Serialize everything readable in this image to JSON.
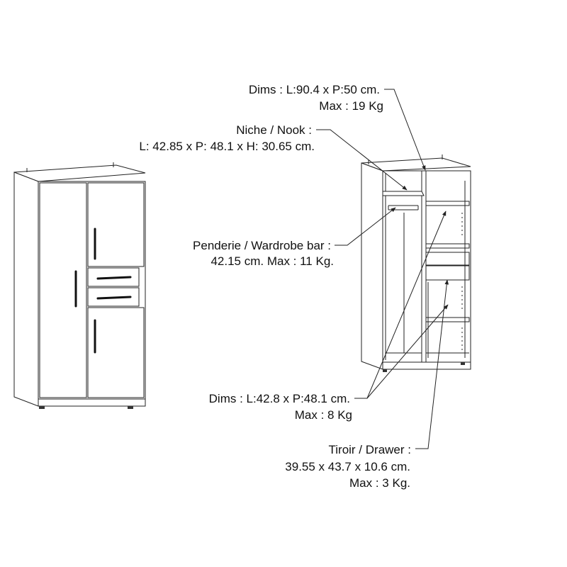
{
  "callouts": {
    "cabinet_dims": {
      "line1": "Dims : L:90.4 x P:50 cm.",
      "line2": "Max : 19 Kg"
    },
    "nook": {
      "line1": "Niche / Nook :",
      "line2": "L: 42.85 x P: 48.1 x H: 30.65 cm."
    },
    "wardrobe_bar": {
      "line1": "Penderie / Wardrobe bar :",
      "line2": "42.15 cm. Max : 11 Kg."
    },
    "shelf_dims": {
      "line1": "Dims : L:42.8 x P:48.1 cm.",
      "line2": "Max : 8 Kg"
    },
    "drawer": {
      "line1": "Tiroir / Drawer :",
      "line2": "39.55 x 43.7 x 10.6 cm.",
      "line3": "Max : 3 Kg."
    }
  },
  "colors": {
    "line": "#222222",
    "background": "#ffffff"
  }
}
